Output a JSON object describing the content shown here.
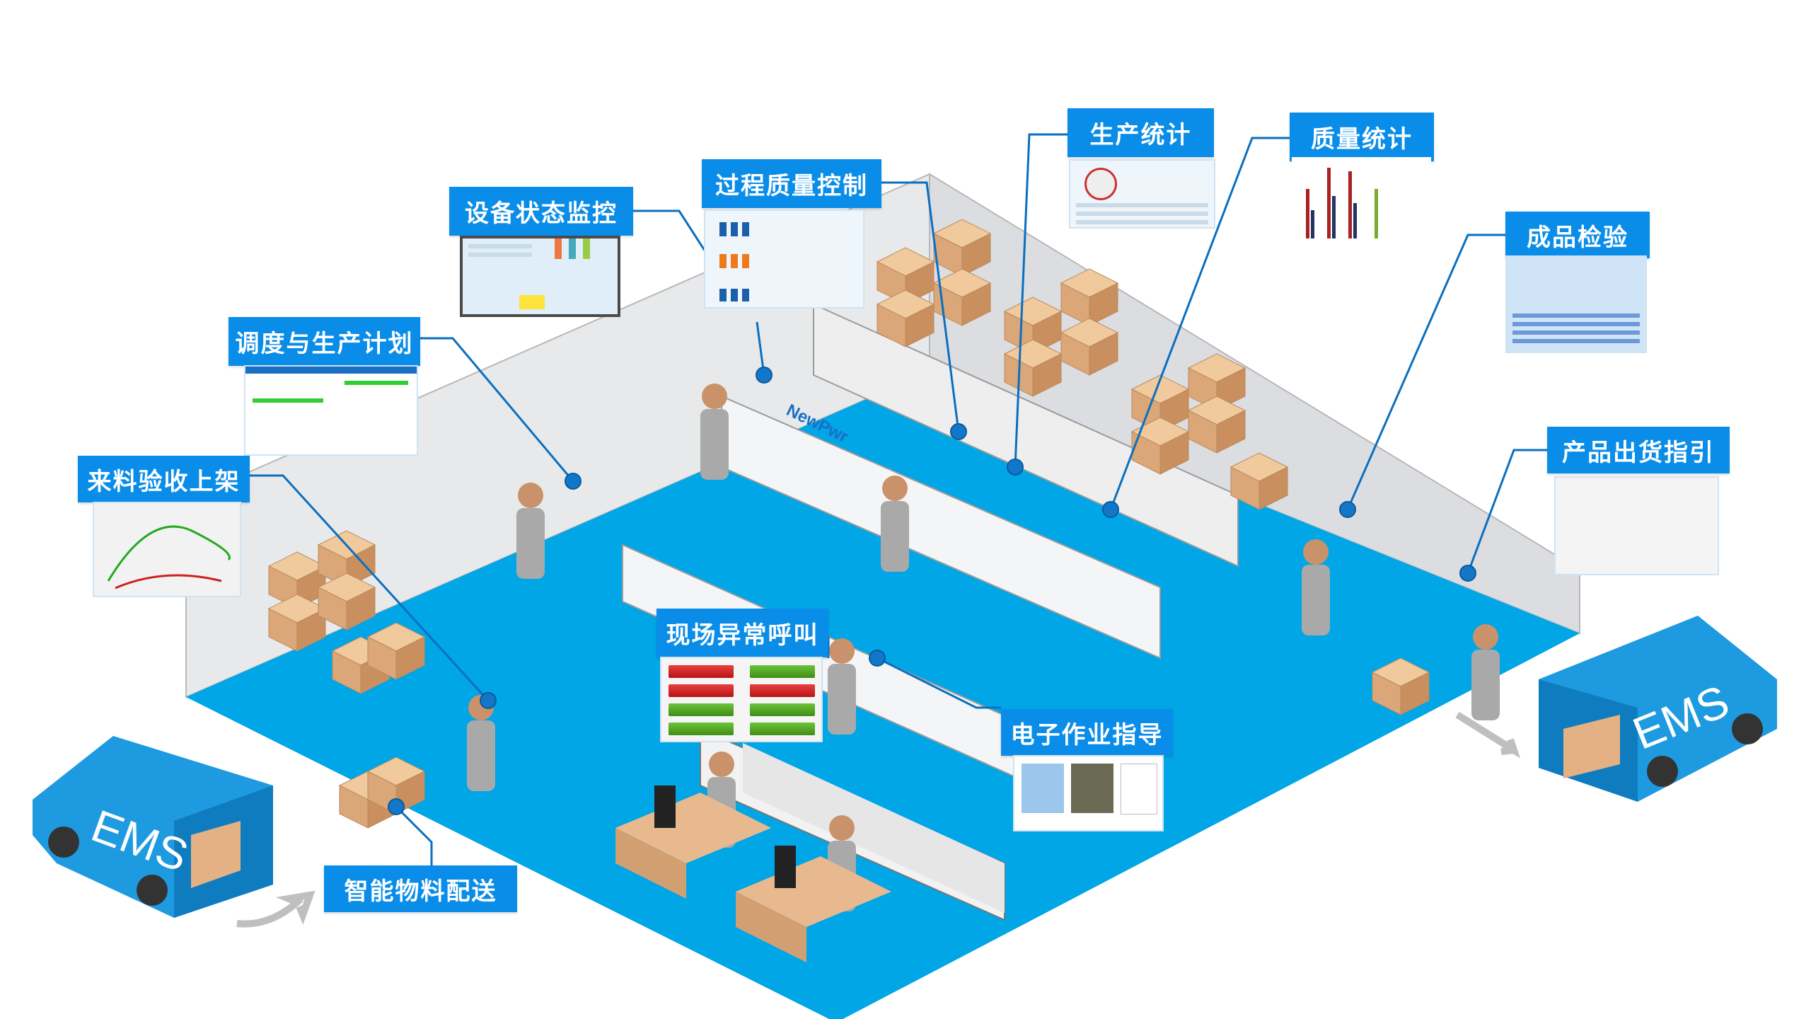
{
  "labels": {
    "equipment_monitoring": "设备状态监控",
    "process_quality_control": "过程质量控制",
    "production_statistics": "生产统计",
    "quality_statistics": "质量统计",
    "finished_product_inspection": "成品检验",
    "product_shipping_guide": "产品出货指引",
    "scheduling_production_plan": "调度与生产计划",
    "incoming_material_receiving": "来料验收上架",
    "onsite_exception_call": "现场异常呼叫",
    "electronic_work_instruction": "电子作业指导",
    "smart_material_delivery": "智能物料配送"
  },
  "trucks": {
    "left_text": "EMS",
    "right_text": "EMS"
  },
  "machine_brand": "NewPwr",
  "colors": {
    "label_bg": "#0a8de8",
    "floor": "#00a6e6",
    "wall": "#e9eaec",
    "leader_line": "#0a6fbf"
  }
}
